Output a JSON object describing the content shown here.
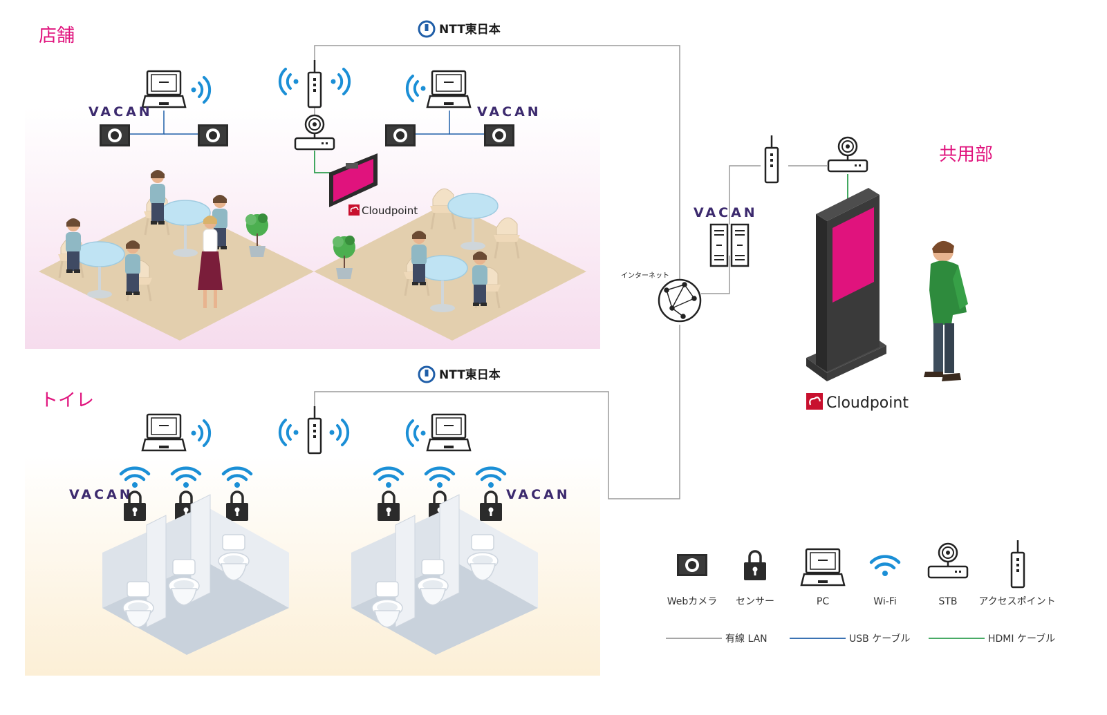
{
  "zones": {
    "store": "店舗",
    "toilet": "トイレ",
    "common": "共用部"
  },
  "brands": {
    "ntt": "NTT東日本",
    "vacan": "VACAN",
    "cloudpoint": "Cloudpoint"
  },
  "network": {
    "internet_label": "インターネット"
  },
  "legend": {
    "icons": [
      {
        "icon": "web-camera-icon",
        "label": "Webカメラ"
      },
      {
        "icon": "sensor-lock-icon",
        "label": "センサー"
      },
      {
        "icon": "pc-laptop-icon",
        "label": "PC"
      },
      {
        "icon": "wifi-icon",
        "label": "Wi-Fi"
      },
      {
        "icon": "stb-icon",
        "label": "STB"
      },
      {
        "icon": "access-point-icon",
        "label": "アクセスポイント"
      }
    ],
    "lines": [
      {
        "label": "有線 LAN",
        "color": "#9a9a9a"
      },
      {
        "label": "USB ケーブル",
        "color": "#1f5ea8"
      },
      {
        "label": "HDMI ケーブル",
        "color": "#2e9e4f"
      }
    ]
  },
  "colors": {
    "accent": "#e0137d",
    "wifi": "#1b8fd6",
    "usb": "#1f5ea8",
    "hdmi": "#2e9e4f",
    "lan": "#9a9a9a",
    "vacan": "#3c2a6e"
  }
}
